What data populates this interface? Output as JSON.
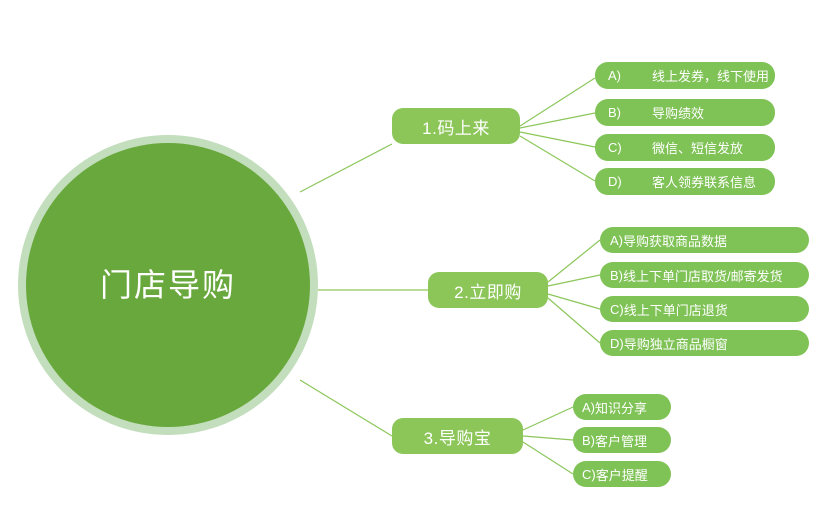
{
  "diagram": {
    "title": "门店导购",
    "accent_colors": {
      "root_fill": "#69a83d",
      "root_ring": "#c3debc",
      "branch_fill": "#8cc659",
      "leaf_fill": "#7fc256",
      "edge_stroke": "#8cc65a",
      "text": "#ffffff",
      "background": "#ffffff"
    },
    "root": {
      "label": "门店导购"
    },
    "branches": [
      {
        "label": "1.码上来",
        "leaves": [
          {
            "key": "A)",
            "text": "线上发券，线下使用"
          },
          {
            "key": "B)",
            "text": "导购绩效"
          },
          {
            "key": "C)",
            "text": "微信、短信发放"
          },
          {
            "key": "D)",
            "text": "客人领券联系信息"
          }
        ]
      },
      {
        "label": "2.立即购",
        "leaves": [
          {
            "key": "A)",
            "text": "导购获取商品数据"
          },
          {
            "key": "B)",
            "text": "线上下单门店取货/邮寄发货"
          },
          {
            "key": "C)",
            "text": "线上下单门店退货"
          },
          {
            "key": "D)",
            "text": "导购独立商品橱窗"
          }
        ]
      },
      {
        "label": "3.导购宝",
        "leaves": [
          {
            "key": "A)",
            "text": "知识分享"
          },
          {
            "key": "B)",
            "text": "客户管理"
          },
          {
            "key": "C)",
            "text": "客户提醒"
          }
        ]
      }
    ]
  }
}
